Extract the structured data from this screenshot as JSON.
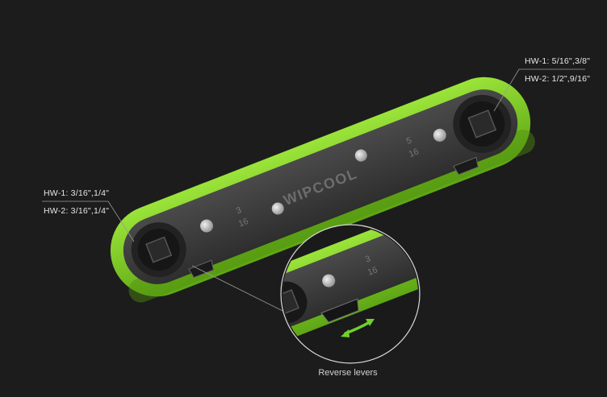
{
  "callouts": {
    "right": {
      "hw1": "HW-1: 5/16\",3/8\"",
      "hw2": "HW-2: 1/2\",9/16\""
    },
    "left": {
      "hw1": "HW-1: 3/16\",1/4\"",
      "hw2": "HW-2: 3/16\",1/4\""
    }
  },
  "brand": "WIPCOOL",
  "size_marks": {
    "right_num": "5",
    "right_den": "16",
    "left_num": "3",
    "left_den": "16"
  },
  "caption": "Reverse levers",
  "colors": {
    "background": "#1c1c1c",
    "frame_green": "#7ed321",
    "body_gray": "#3a3a3a",
    "accent_arrow": "#6fd12a"
  }
}
